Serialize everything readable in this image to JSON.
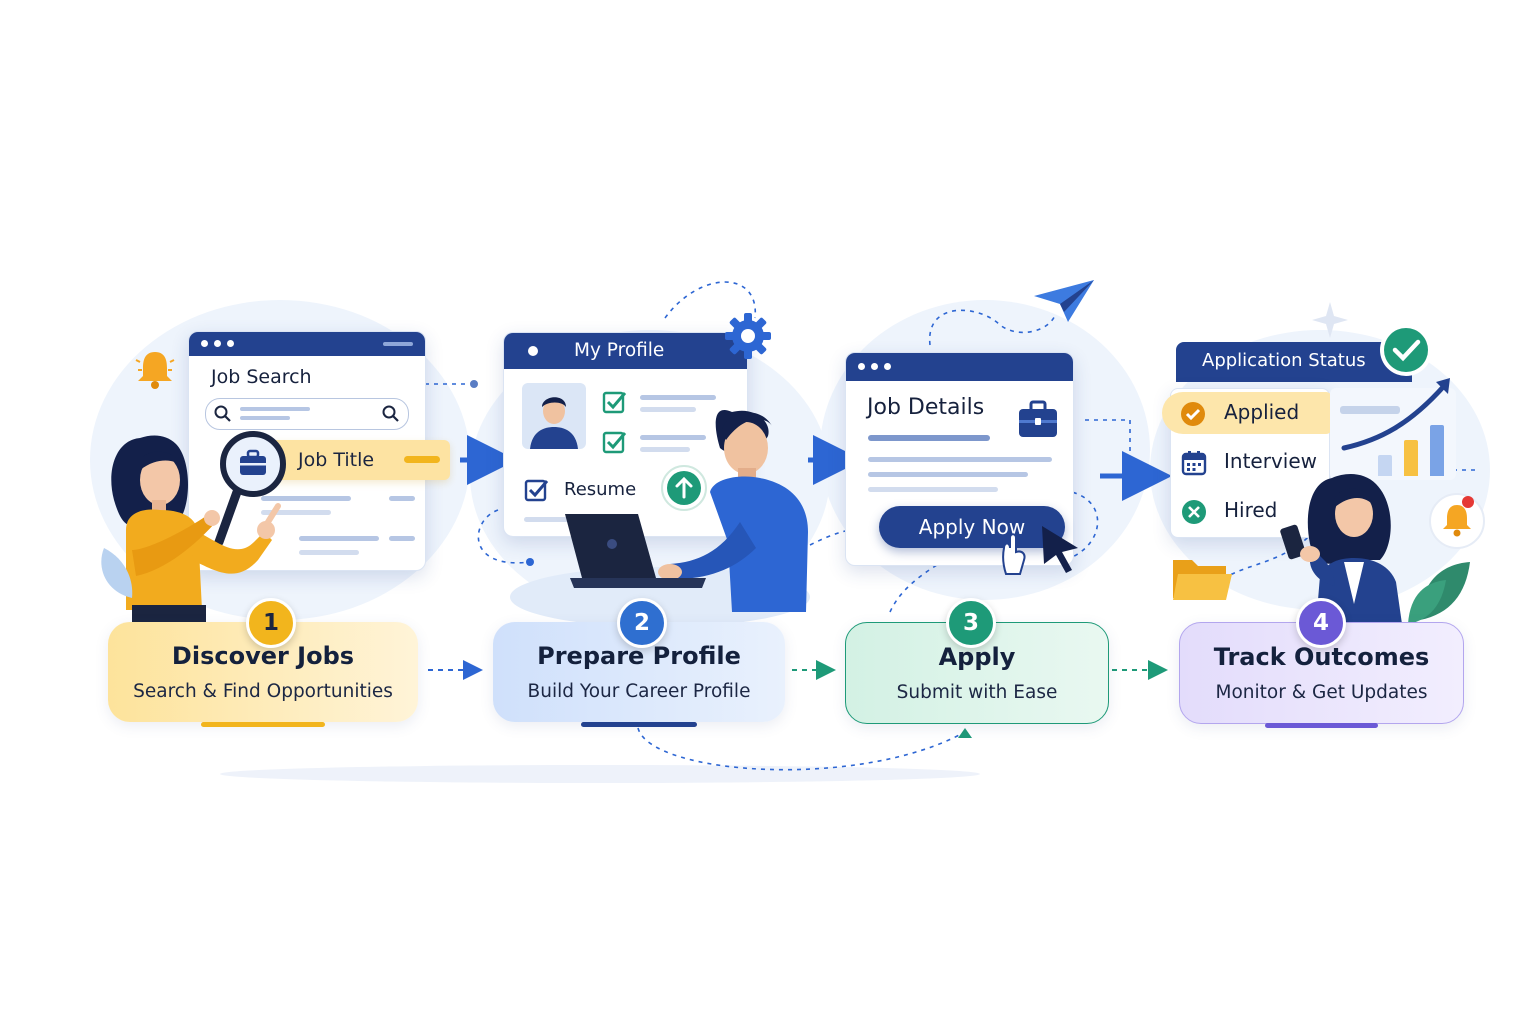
{
  "panels": {
    "job_search": {
      "title": "Job Search",
      "highlight_label": "Job Title"
    },
    "my_profile": {
      "title": "My Profile",
      "resume_label": "Resume"
    },
    "job_details": {
      "title": "Job Details",
      "apply_button": "Apply Now"
    },
    "application_status": {
      "title": "Application Status",
      "items": [
        {
          "label": "Applied",
          "icon": "check-circle-icon"
        },
        {
          "label": "Interview",
          "icon": "calendar-icon"
        },
        {
          "label": "Hired",
          "icon": "cross-circle-icon"
        }
      ],
      "bar_levels": [
        0.35,
        0.6,
        0.85
      ]
    }
  },
  "steps": [
    {
      "number": "1",
      "title": "Discover Jobs",
      "subtitle": "Search & Find Opportunities",
      "color": "#f2b51d"
    },
    {
      "number": "2",
      "title": "Prepare Profile",
      "subtitle": "Build Your Career Profile",
      "color": "#2f6fd0"
    },
    {
      "number": "3",
      "title": "Apply",
      "subtitle": "Submit with Ease",
      "color": "#1e9a78"
    },
    {
      "number": "4",
      "title": "Track Outcomes",
      "subtitle": "Monitor & Get Updates",
      "color": "#6b59d6"
    }
  ],
  "colors": {
    "primary": "#23428f",
    "accent_blue": "#2d66d3",
    "yellow": "#f2b51d",
    "teal": "#1e9a78",
    "purple": "#6b59d6"
  }
}
